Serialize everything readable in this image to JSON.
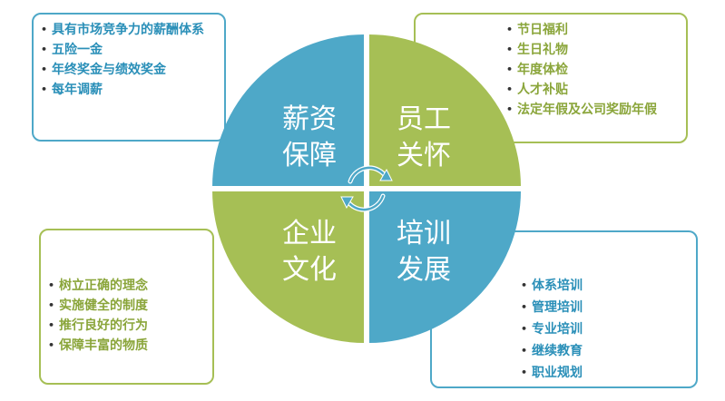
{
  "quadrants": {
    "top_left": {
      "line1": "薪资",
      "line2": "保障",
      "color": "#4ea8c8"
    },
    "top_right": {
      "line1": "员工",
      "line2": "关怀",
      "color": "#a6bf55"
    },
    "bottom_left": {
      "line1": "企业",
      "line2": "文化",
      "color": "#a6bf55"
    },
    "bottom_right": {
      "line1": "培训",
      "line2": "发展",
      "color": "#4ea8c8"
    }
  },
  "lists": {
    "salary": [
      "具有市场竞争力的薪酬体系",
      "五险一金",
      "年终奖金与绩效奖金",
      "每年调薪"
    ],
    "care": [
      "节日福利",
      "生日礼物",
      "年度体检",
      "人才补贴",
      "法定年假及公司奖励年假"
    ],
    "culture": [
      "树立正确的理念",
      "实施健全的制度",
      "推行良好的行为",
      "保障丰富的物质"
    ],
    "training": [
      "体系培训",
      "管理培训",
      "专业培训",
      "继续教育",
      "职业规划"
    ]
  }
}
